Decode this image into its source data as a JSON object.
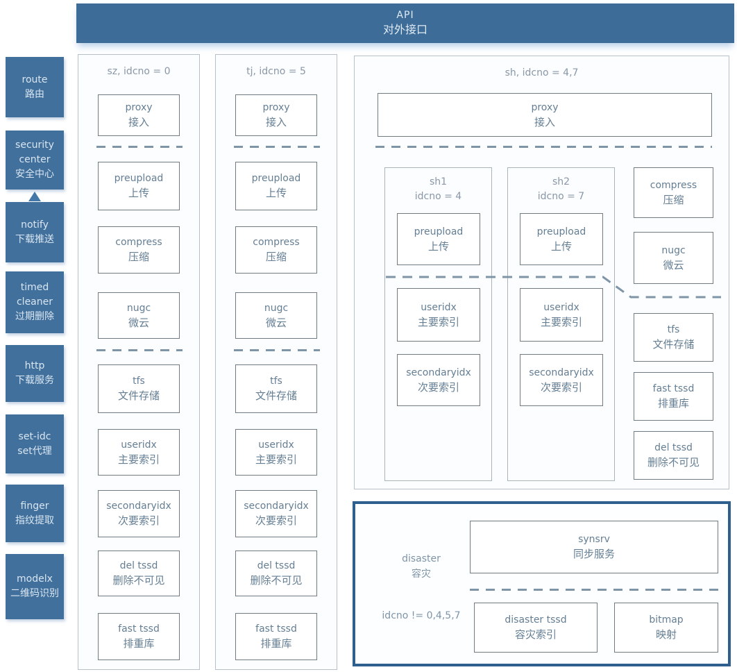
{
  "header": {
    "en": "API",
    "zh": "对外接口"
  },
  "sidebar": {
    "items": [
      {
        "en": "route",
        "zh": "路由"
      },
      {
        "en": "security center",
        "zh": "安全中心"
      },
      {
        "en": "notify",
        "zh": "下载推送"
      },
      {
        "en": "timed cleaner",
        "zh": "过期删除"
      },
      {
        "en": "http",
        "zh": "下载服务"
      },
      {
        "en": "set-idc",
        "zh": "set代理"
      },
      {
        "en": "finger",
        "zh": "指纹提取"
      },
      {
        "en": "modelx",
        "zh": "二维码识别"
      }
    ]
  },
  "sz": {
    "title": "sz, idcno = 0",
    "boxes": [
      {
        "en": "proxy",
        "zh": "接入"
      },
      {
        "en": "preupload",
        "zh": "上传"
      },
      {
        "en": "compress",
        "zh": "压缩"
      },
      {
        "en": "nugc",
        "zh": "微云"
      },
      {
        "en": "tfs",
        "zh": "文件存储"
      },
      {
        "en": "useridx",
        "zh": "主要索引"
      },
      {
        "en": "secondaryidx",
        "zh": "次要索引"
      },
      {
        "en": "del tssd",
        "zh": "删除不可见"
      },
      {
        "en": "fast tssd",
        "zh": "排重库"
      }
    ]
  },
  "tj": {
    "title": "tj, idcno = 5",
    "boxes": [
      {
        "en": "proxy",
        "zh": "接入"
      },
      {
        "en": "preupload",
        "zh": "上传"
      },
      {
        "en": "compress",
        "zh": "压缩"
      },
      {
        "en": "nugc",
        "zh": "微云"
      },
      {
        "en": "tfs",
        "zh": "文件存储"
      },
      {
        "en": "useridx",
        "zh": "主要索引"
      },
      {
        "en": "secondaryidx",
        "zh": "次要索引"
      },
      {
        "en": "del tssd",
        "zh": "删除不可见"
      },
      {
        "en": "fast tssd",
        "zh": "排重库"
      }
    ]
  },
  "sh": {
    "title": "sh, idcno = 4,7",
    "proxy": {
      "en": "proxy",
      "zh": "接入"
    },
    "sh1": {
      "title_line1": "sh1",
      "title_line2": "idcno = 4",
      "boxes": [
        {
          "en": "preupload",
          "zh": "上传"
        },
        {
          "en": "useridx",
          "zh": "主要索引"
        },
        {
          "en": "secondaryidx",
          "zh": "次要索引"
        }
      ]
    },
    "sh2": {
      "title_line1": "sh2",
      "title_line2": "idcno = 7",
      "boxes": [
        {
          "en": "preupload",
          "zh": "上传"
        },
        {
          "en": "useridx",
          "zh": "主要索引"
        },
        {
          "en": "secondaryidx",
          "zh": "次要索引"
        }
      ]
    },
    "side_boxes": [
      {
        "en": "compress",
        "zh": "压缩"
      },
      {
        "en": "nugc",
        "zh": "微云"
      },
      {
        "en": "tfs",
        "zh": "文件存储"
      },
      {
        "en": "fast tssd",
        "zh": "排重库"
      },
      {
        "en": "del tssd",
        "zh": "删除不可见"
      }
    ]
  },
  "disaster": {
    "label_en": "disaster",
    "label_zh": "容灾",
    "condition": "idcno != 0,4,5,7",
    "synsrv": {
      "en": "synsrv",
      "zh": "同步服务"
    },
    "boxes": [
      {
        "en": "disaster tssd",
        "zh": "容灾索引"
      },
      {
        "en": "bitmap",
        "zh": "映射"
      }
    ]
  },
  "colors": {
    "header_bg": "#3d6c98",
    "sidebar_bg": "#41709c",
    "node_text": "#647e93",
    "title_text": "#8997a6",
    "dash": "#7e94a7",
    "disaster_border": "#2f5f8e"
  }
}
